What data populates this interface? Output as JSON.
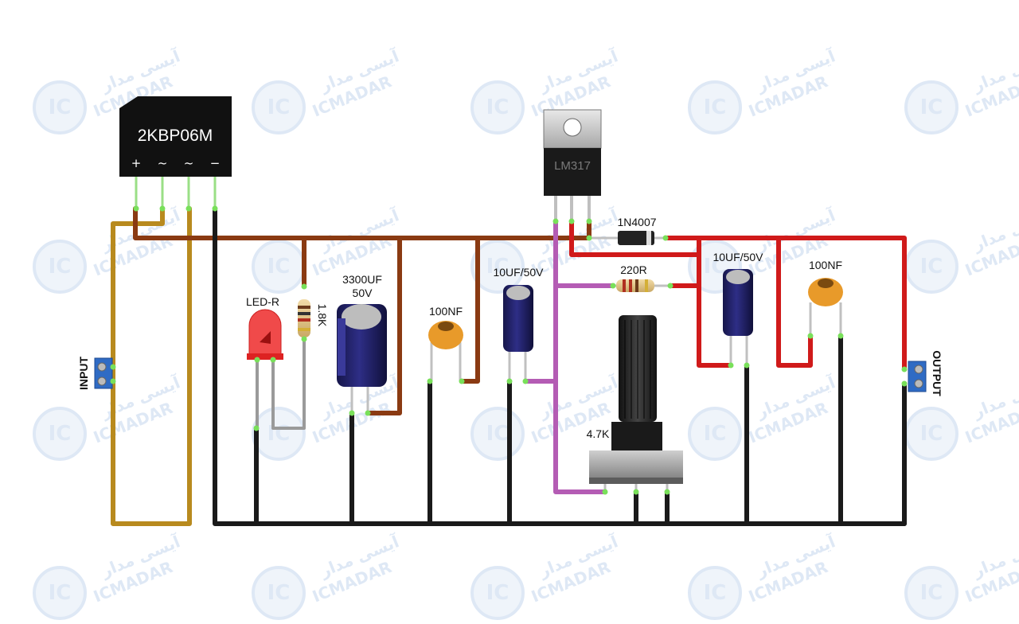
{
  "watermark": {
    "latin": "ICMADAR",
    "arabic": "آیسی مدار",
    "logo": "IC",
    "logo_sub": "MADAR",
    "color": "#dbe6f4"
  },
  "components": {
    "bridge": {
      "name": "2KBP06M",
      "pins": [
        "+",
        "~",
        "~",
        "−"
      ]
    },
    "regulator": {
      "name": "LM317"
    },
    "diode": {
      "name": "1N4007"
    },
    "resistor_220": {
      "name": "220R"
    },
    "resistor_18k": {
      "name": "1.8K"
    },
    "led": {
      "name": "LED-R"
    },
    "cap_3300": {
      "line1": "3300UF",
      "line2": "50V"
    },
    "cap_100nf_in": {
      "name": "100NF"
    },
    "cap_10uf_adj": {
      "name": "10UF/50V"
    },
    "cap_10uf_out": {
      "name": "10UF/50V"
    },
    "cap_100nf_out": {
      "name": "100NF"
    },
    "pot": {
      "name": "4.7K"
    },
    "input": {
      "name": "INPUT"
    },
    "output": {
      "name": "OUTPUT"
    }
  },
  "colors": {
    "ac": "#b88a1e",
    "rectified": "#8a3a12",
    "ground": "#1a1a1a",
    "output": "#d01a1a",
    "adjust": "#b45cb4",
    "led_lead": "#9a9a9a",
    "pin_green": "#79e05a"
  }
}
